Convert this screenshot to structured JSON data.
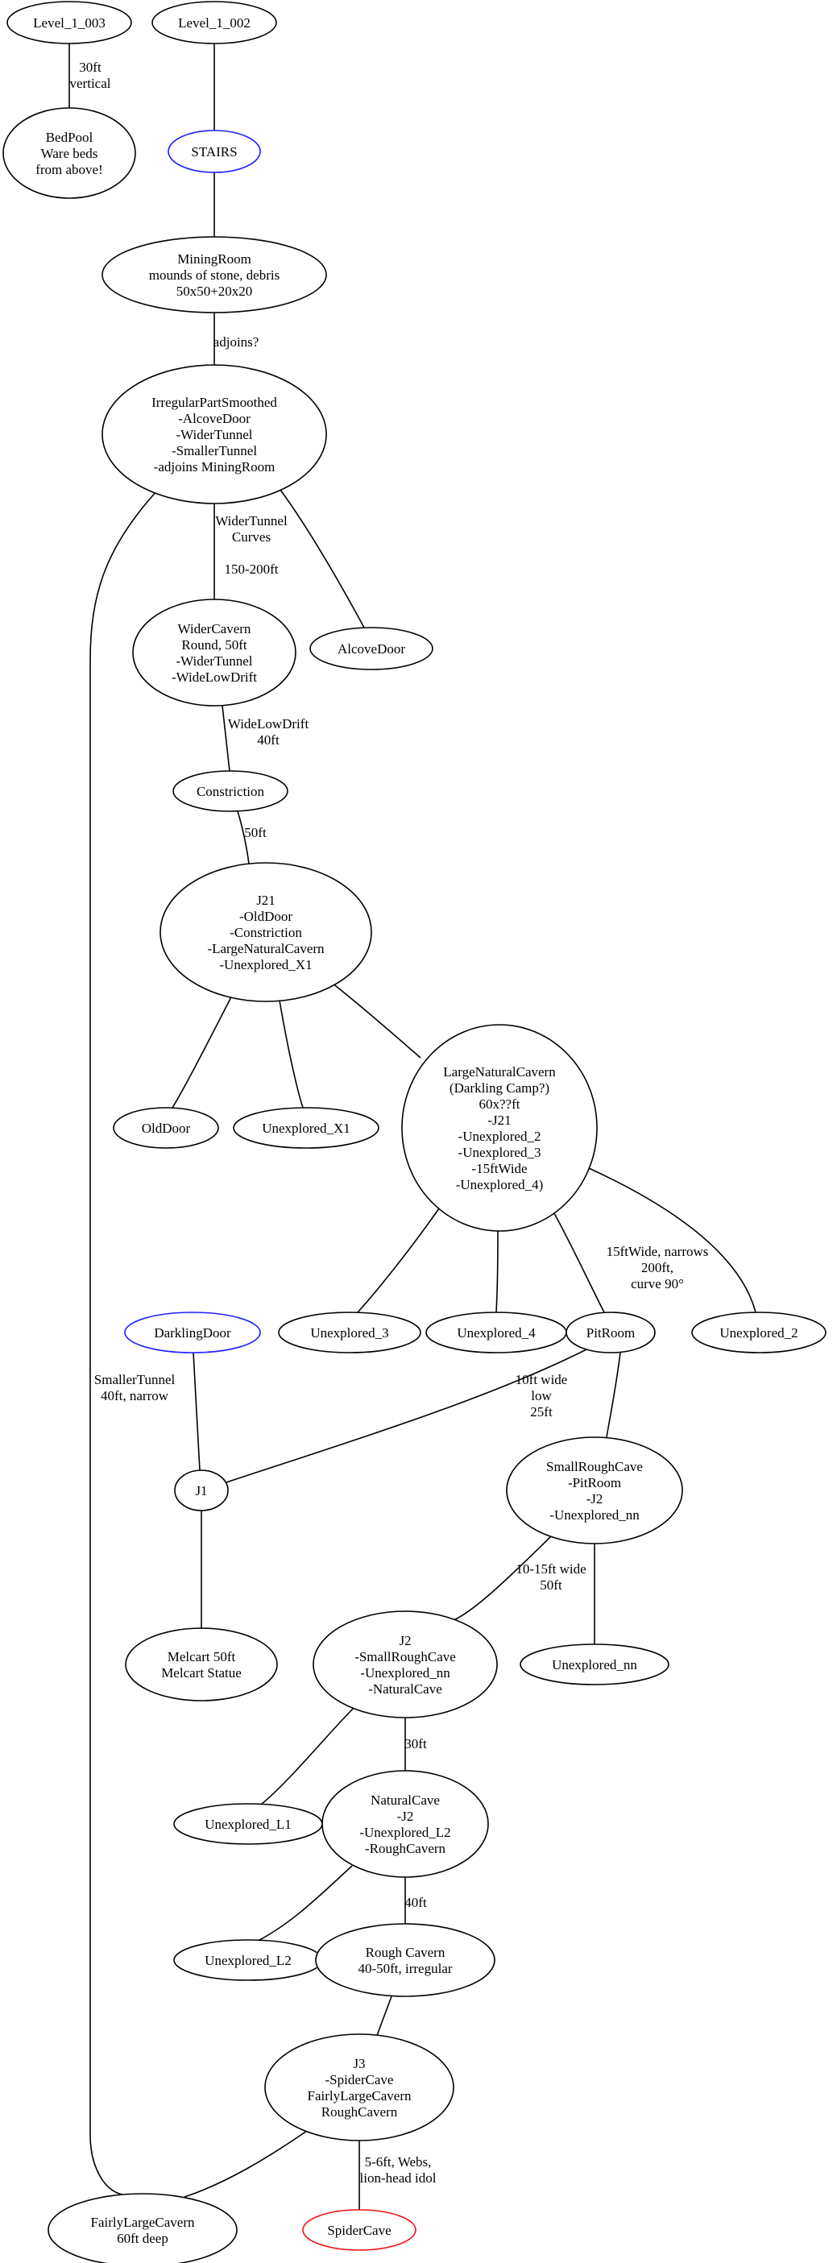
{
  "colors": {
    "default": "#000000",
    "blue": "#1f1fff",
    "red": "#ee1111"
  },
  "nodes": {
    "level_1_003": {
      "lines": [
        "Level_1_003"
      ],
      "color": "default"
    },
    "level_1_002": {
      "lines": [
        "Level_1_002"
      ],
      "color": "default"
    },
    "bedpool": {
      "lines": [
        "BedPool",
        "Ware beds",
        "from above!"
      ],
      "color": "default"
    },
    "stairs": {
      "lines": [
        "STAIRS"
      ],
      "color": "blue"
    },
    "miningroom": {
      "lines": [
        "MiningRoom",
        "mounds of stone, debris",
        "50x50+20x20"
      ],
      "color": "default"
    },
    "irregular": {
      "lines": [
        "IrregularPartSmoothed",
        "-AlcoveDoor",
        "-WiderTunnel",
        "-SmallerTunnel",
        "-adjoins MiningRoom"
      ],
      "color": "default"
    },
    "widercavern": {
      "lines": [
        "WiderCavern",
        "Round, 50ft",
        "-WiderTunnel",
        "-WideLowDrift"
      ],
      "color": "default"
    },
    "alcovedoor": {
      "lines": [
        "AlcoveDoor"
      ],
      "color": "default"
    },
    "constriction": {
      "lines": [
        "Constriction"
      ],
      "color": "default"
    },
    "j21": {
      "lines": [
        "J21",
        "-OldDoor",
        "-Constriction",
        "-LargeNaturalCavern",
        "-Unexplored_X1"
      ],
      "color": "default"
    },
    "olddoor": {
      "lines": [
        "OldDoor"
      ],
      "color": "default"
    },
    "unexplored_x1": {
      "lines": [
        "Unexplored_X1"
      ],
      "color": "default"
    },
    "largenatural": {
      "lines": [
        "LargeNaturalCavern",
        "(Darkling Camp?)",
        "60x??ft",
        "-J21",
        "-Unexplored_2",
        "-Unexplored_3",
        "-15ftWide",
        "-Unexplored_4)"
      ],
      "color": "default"
    },
    "darklingdoor": {
      "lines": [
        "DarklingDoor"
      ],
      "color": "blue"
    },
    "unexplored_3": {
      "lines": [
        "Unexplored_3"
      ],
      "color": "default"
    },
    "unexplored_4": {
      "lines": [
        "Unexplored_4"
      ],
      "color": "default"
    },
    "pitroom": {
      "lines": [
        "PitRoom"
      ],
      "color": "default"
    },
    "unexplored_2": {
      "lines": [
        "Unexplored_2"
      ],
      "color": "default"
    },
    "j1": {
      "lines": [
        "J1"
      ],
      "color": "default"
    },
    "smallrough": {
      "lines": [
        "SmallRoughCave",
        "-PitRoom",
        "-J2",
        "-Unexplored_nn"
      ],
      "color": "default"
    },
    "melcart": {
      "lines": [
        "Melcart 50ft",
        "Melcart Statue"
      ],
      "color": "default"
    },
    "j2": {
      "lines": [
        "J2",
        "-SmallRoughCave",
        "-Unexplored_nn",
        "-NaturalCave"
      ],
      "color": "default"
    },
    "unexplored_nn": {
      "lines": [
        "Unexplored_nn"
      ],
      "color": "default"
    },
    "unexplored_l1": {
      "lines": [
        "Unexplored_L1"
      ],
      "color": "default"
    },
    "naturalcave": {
      "lines": [
        "NaturalCave",
        "-J2",
        "-Unexplored_L2",
        "-RoughCavern"
      ],
      "color": "default"
    },
    "unexplored_l2": {
      "lines": [
        "Unexplored_L2"
      ],
      "color": "default"
    },
    "roughcavern": {
      "lines": [
        "Rough Cavern",
        "40-50ft, irregular"
      ],
      "color": "default"
    },
    "j3": {
      "lines": [
        "J3",
        "-SpiderCave",
        "FairlyLargeCavern",
        "RoughCavern"
      ],
      "color": "default"
    },
    "fairlylarge": {
      "lines": [
        "FairlyLargeCavern",
        "60ft deep"
      ],
      "color": "default"
    },
    "spidercave": {
      "lines": [
        "SpiderCave"
      ],
      "color": "red"
    }
  },
  "edges": [
    {
      "from": "level_1_003",
      "to": "bedpool",
      "label": [
        "30ft",
        "vertical"
      ]
    },
    {
      "from": "level_1_002",
      "to": "stairs",
      "label": []
    },
    {
      "from": "stairs",
      "to": "miningroom",
      "label": []
    },
    {
      "from": "miningroom",
      "to": "irregular",
      "label": [
        "adjoins?"
      ]
    },
    {
      "from": "irregular",
      "to": "widercavern",
      "label": [
        "WiderTunnel",
        "Curves",
        "",
        "150-200ft"
      ]
    },
    {
      "from": "irregular",
      "to": "alcovedoor",
      "label": []
    },
    {
      "from": "irregular",
      "to": "fairlylarge",
      "label": [
        "SmallerTunnel",
        "40ft, narrow"
      ]
    },
    {
      "from": "widercavern",
      "to": "constriction",
      "label": [
        "WideLowDrift",
        "40ft"
      ]
    },
    {
      "from": "constriction",
      "to": "j21",
      "label": [
        "50ft"
      ]
    },
    {
      "from": "j21",
      "to": "olddoor",
      "label": []
    },
    {
      "from": "j21",
      "to": "unexplored_x1",
      "label": []
    },
    {
      "from": "j21",
      "to": "largenatural",
      "label": []
    },
    {
      "from": "largenatural",
      "to": "unexplored_3",
      "label": []
    },
    {
      "from": "largenatural",
      "to": "unexplored_4",
      "label": []
    },
    {
      "from": "largenatural",
      "to": "pitroom",
      "label": [
        "15ftWide, narrows",
        "200ft,",
        "curve 90°"
      ]
    },
    {
      "from": "largenatural",
      "to": "unexplored_2",
      "label": []
    },
    {
      "from": "darklingdoor",
      "to": "j1",
      "label": []
    },
    {
      "from": "pitroom",
      "to": "j1",
      "label": [
        "10ft wide",
        "low",
        "25ft"
      ]
    },
    {
      "from": "pitroom",
      "to": "smallrough",
      "label": []
    },
    {
      "from": "j1",
      "to": "melcart",
      "label": []
    },
    {
      "from": "smallrough",
      "to": "j2",
      "label": [
        "10-15ft wide",
        "50ft"
      ]
    },
    {
      "from": "smallrough",
      "to": "unexplored_nn",
      "label": []
    },
    {
      "from": "j2",
      "to": "unexplored_l1",
      "label": []
    },
    {
      "from": "j2",
      "to": "naturalcave",
      "label": [
        "30ft"
      ]
    },
    {
      "from": "naturalcave",
      "to": "unexplored_l2",
      "label": []
    },
    {
      "from": "naturalcave",
      "to": "roughcavern",
      "label": [
        "40ft"
      ]
    },
    {
      "from": "roughcavern",
      "to": "j3",
      "label": []
    },
    {
      "from": "j3",
      "to": "fairlylarge",
      "label": []
    },
    {
      "from": "j3",
      "to": "spidercave",
      "label": [
        "5-6ft, Webs,",
        "lion-head idol"
      ]
    }
  ]
}
